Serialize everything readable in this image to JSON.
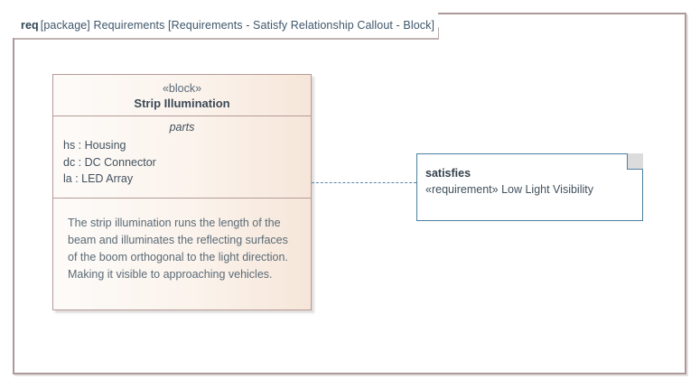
{
  "diagram": {
    "header": {
      "kind": "req",
      "qualifier": "[package] Requirements [Requirements - Satisfy Relationship Callout - Block]"
    },
    "block": {
      "stereotype": "«block»",
      "name": "Strip Illumination",
      "parts_compartment_title": "parts",
      "parts": [
        "hs : Housing",
        "dc : DC Connector",
        "la : LED Array"
      ],
      "description": "The strip illumination runs the length of the beam and illuminates the reflecting surfaces of the boom orthogonal to the light direction. Making it visible to approaching vehicles."
    },
    "callout": {
      "relation": "satisfies",
      "target": "«requirement» Low Light Visibility"
    },
    "connector": {
      "style": "dashed",
      "label": ""
    },
    "colors": {
      "frame_border": "#ab9a9a",
      "block_border": "#b49b96",
      "block_fill_left": "#fdfbf9",
      "block_fill_right": "#f6e6d9",
      "note_border": "#4a7fa1",
      "note_fold_fill": "#dcdcdc",
      "connector": "#5a86a8",
      "header_text": "#3f566a"
    }
  }
}
